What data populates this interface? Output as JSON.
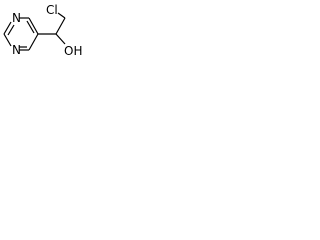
{
  "molecule": {
    "atom_labels": {
      "chlorine": "Cl",
      "hydroxyl": "OH"
    },
    "ring_nitrogen_top": "N",
    "ring_nitrogen_bottom": "N"
  },
  "colors": {
    "bond": "#000000",
    "text": "#000000",
    "background": "#ffffff"
  }
}
